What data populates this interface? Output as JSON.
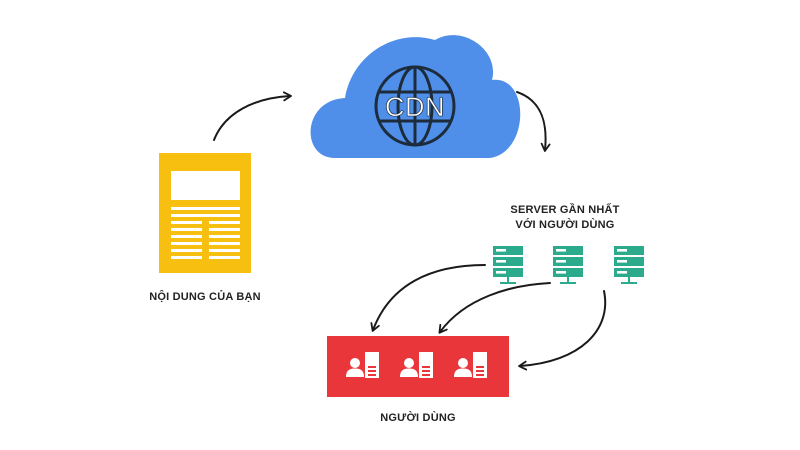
{
  "cdn": {
    "label": "CDN"
  },
  "content": {
    "label": "NỘI DUNG CỦA BẠN"
  },
  "servers": {
    "label_line1": "SERVER GẦN NHẤT",
    "label_line2": "VỚI NGƯỜI DÙNG"
  },
  "users": {
    "label": "NGƯỜI DÙNG"
  },
  "colors": {
    "cloud": "#4f8fe9",
    "document": "#f7bf0f",
    "server": "#2bab8c",
    "users_box": "#e9363b",
    "arrow": "#1a1a1a"
  }
}
